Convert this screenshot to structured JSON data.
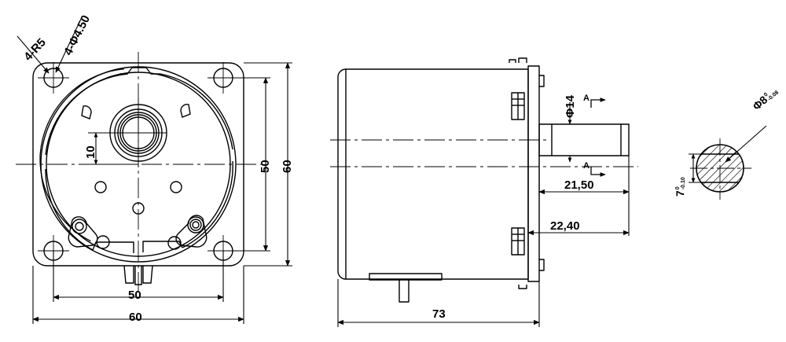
{
  "drawing": {
    "title": "Gear motor outline dimension drawing",
    "units": "mm",
    "background": "#ffffff",
    "line_color": "#000000"
  },
  "views": {
    "front": {
      "name": "front-view",
      "label": ""
    },
    "side": {
      "name": "side-view",
      "label": ""
    },
    "section": {
      "name": "section-a-a-view",
      "label": ""
    }
  },
  "annotations": {
    "corner_radius": "4-R5",
    "mount_holes": "4-Φ4.50",
    "hub_offset": "10",
    "bolt_pitch_vertical": "50",
    "body_height": "60",
    "bolt_pitch_horizontal": "50",
    "body_width": "60",
    "shaft_dia": "Φ14",
    "shaft_length": "21,50",
    "flange_length": "22,40",
    "body_depth": "73",
    "section_mark_top": "A",
    "section_mark_bottom": "A",
    "shaft_section_dia": "Φ8",
    "shaft_section_dia_tol_upper": "0",
    "shaft_section_dia_tol_lower": "-0.08",
    "shaft_flat_height": "7",
    "shaft_flat_tol_upper": "0",
    "shaft_flat_tol_lower": "-0.10"
  }
}
